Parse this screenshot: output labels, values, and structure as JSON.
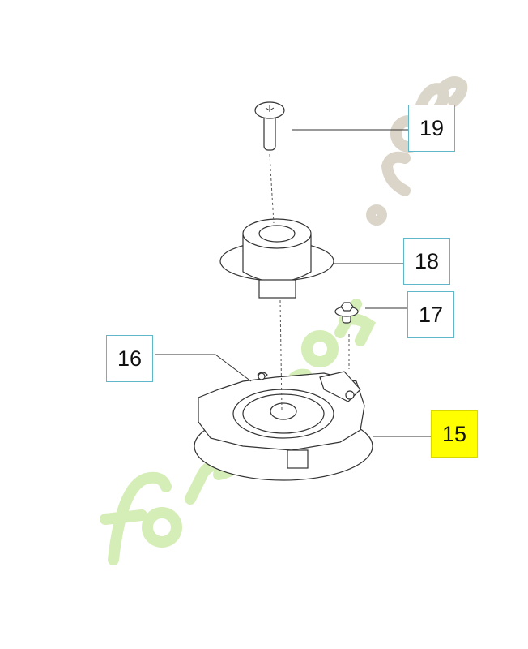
{
  "diagram": {
    "labels": [
      {
        "id": "19",
        "text": "19",
        "highlighted": false
      },
      {
        "id": "18",
        "text": "18",
        "highlighted": false
      },
      {
        "id": "17",
        "text": "17",
        "highlighted": false
      },
      {
        "id": "16",
        "text": "16",
        "highlighted": false
      },
      {
        "id": "15",
        "text": "15",
        "highlighted": true
      }
    ],
    "highlight_color": "#ffff00",
    "label_border_color": "#5fb7c9"
  },
  "watermark": {
    "text": "forestiran.com"
  }
}
